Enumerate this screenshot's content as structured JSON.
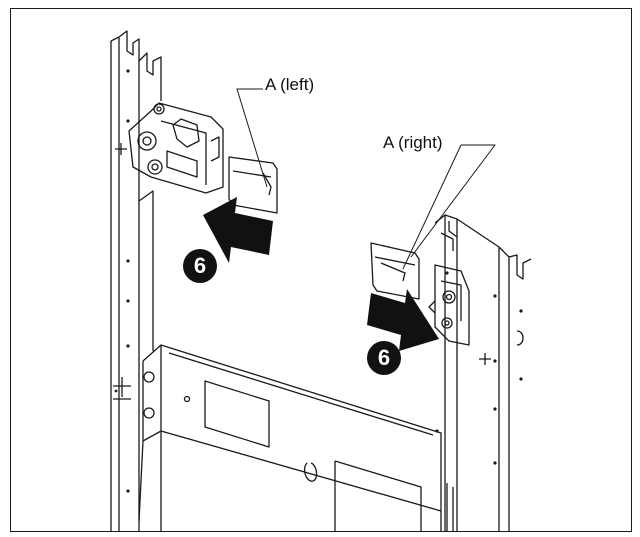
{
  "callouts": {
    "a_left": "A (left)",
    "a_right": "A (right)"
  },
  "steps": {
    "left": "6",
    "right": "6"
  },
  "colors": {
    "line": "#1a1a1a",
    "arrow": "#111111",
    "background": "#ffffff"
  }
}
